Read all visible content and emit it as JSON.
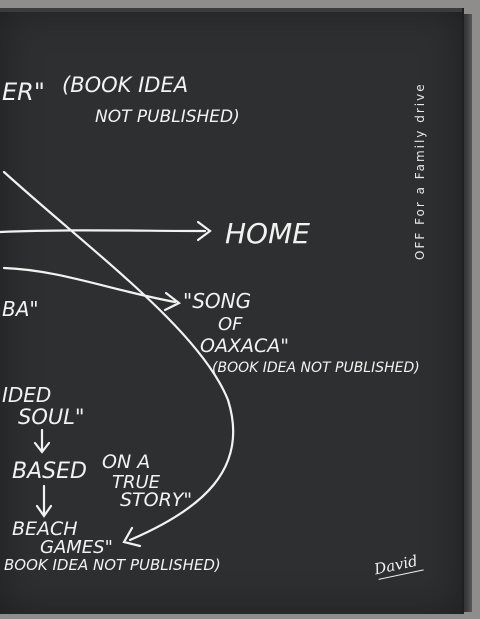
{
  "brand": {
    "tagline": "OFF For a Family drive",
    "signature": "David"
  },
  "notes": {
    "top_title": "ER\"",
    "top_note_1": "(BOOK IDEA",
    "top_note_2": "NOT PUBLISHED)",
    "home": "HOME",
    "left_ba": "BA\"",
    "song_1": "\"SONG",
    "song_2": "OF",
    "song_3": "OAXACA\"",
    "song_note": "(BOOK IDEA NOT PUBLISHED)",
    "divided_1": "IDED",
    "divided_2": "SOUL\"",
    "based_1": "BASED",
    "based_2": "ON A",
    "based_3": "TRUE",
    "based_4": "STORY\"",
    "beach_1": "BEACH",
    "beach_2": "GAMES\"",
    "beach_note": "BOOK IDEA NOT PUBLISHED)"
  },
  "colors": {
    "box": "#2e2f31",
    "background": "#8e8d8b",
    "ink": "#f2f2f0"
  }
}
